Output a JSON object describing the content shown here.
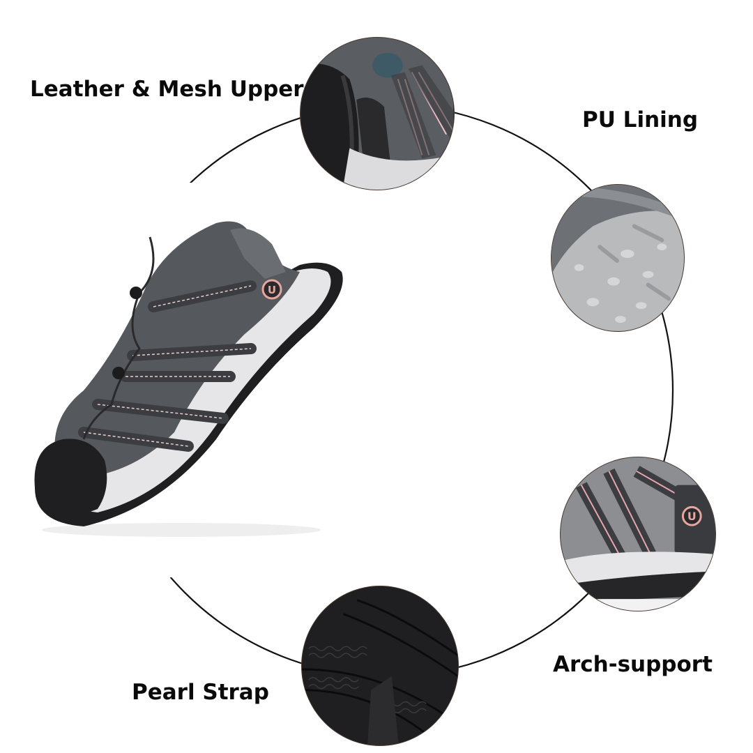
{
  "labels": {
    "upper": "Leather & Mesh Upper",
    "lining": "PU Lining",
    "arch": "Arch-support",
    "strap": "Pearl Strap"
  },
  "features": [
    {
      "name": "Leather & Mesh Upper",
      "image": "toe-cap-and-straps-closeup"
    },
    {
      "name": "PU Lining",
      "image": "insole-closeup"
    },
    {
      "name": "Arch-support",
      "image": "side-midsole-closeup"
    },
    {
      "name": "Pearl Strap",
      "image": "outsole-tread-closeup"
    }
  ],
  "product": {
    "image": "grey-closed-toe-sport-sandal",
    "logo_letter": "U"
  },
  "colors": {
    "text": "#0a0a0a",
    "line": "#111111",
    "accent_pink": "#e8a6a0",
    "upper_grey": "#55585c",
    "sole_white": "#e6e6e8",
    "outsole_black": "#1f1f21"
  }
}
